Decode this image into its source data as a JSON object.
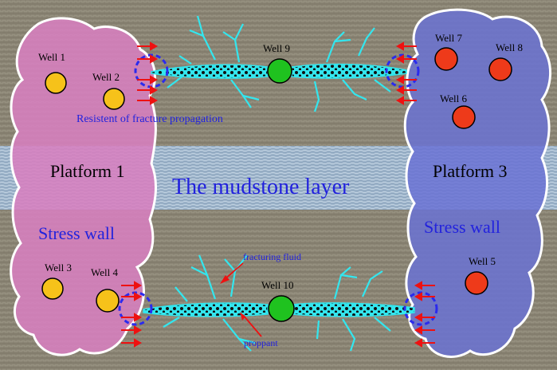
{
  "colors": {
    "rock_top": "#8c8676",
    "rock_bottom": "#8c8676",
    "mudstone": "#9fb6cc",
    "platform_left": "#d77fbf",
    "platform_right": "#6a72d4",
    "well_yellow": "#f6c21a",
    "well_red": "#ee3a1a",
    "well_green": "#1fc21f",
    "fracture": "#33e6ee",
    "arrow": "#ee1111",
    "circle": "#2a2aee",
    "text_blue": "#2222dd"
  },
  "mudstone_layer_label": "The mudstone layer",
  "platforms": [
    {
      "id": "platform-1",
      "label": "Platform 1",
      "stress_wall_label": "Stress wall"
    },
    {
      "id": "platform-3",
      "label": "Platform 3",
      "stress_wall_label": "Stress wall"
    }
  ],
  "wells": {
    "well_1": "Well 1",
    "well_2": "Well 2",
    "well_3": "Well 3",
    "well_4": "Well 4",
    "well_5": "Well 5",
    "well_6": "Well 6",
    "well_7": "Well 7",
    "well_8": "Well 8",
    "well_9": "Well 9",
    "well_10": "Well 10"
  },
  "annotations": {
    "resistance": "Resistent of fracture propagation",
    "fracturing_fluid": "fracturing fluid",
    "proppant": "proppant"
  }
}
